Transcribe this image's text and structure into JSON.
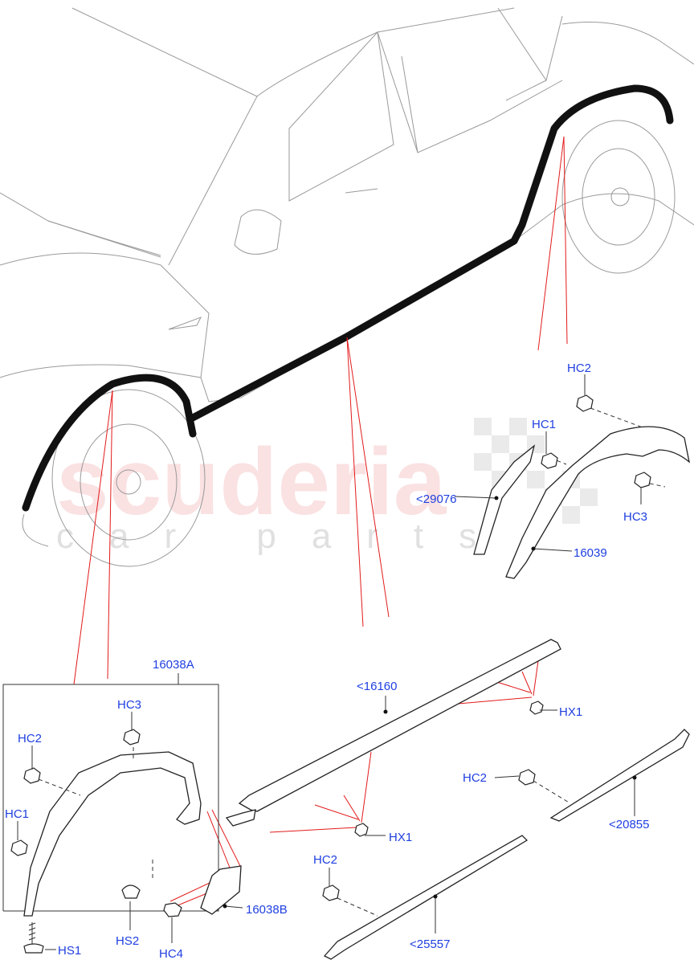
{
  "watermark": {
    "brand": "scuderia",
    "sub": "car parts"
  },
  "labels": {
    "hc2_top": "HC2",
    "hc1_top": "HC1",
    "hc3_top": "HC3",
    "p29076": "<29076",
    "p16039": "16039",
    "p16038a": "16038A",
    "p16160": "<16160",
    "hx1_right": "HX1",
    "hx1_left": "HX1",
    "hc3_left": "HC3",
    "hc2_left": "HC2",
    "hc1_left": "HC1",
    "hc2_mid": "HC2",
    "p20855": "<20855",
    "hc2_bottom": "HC2",
    "p25557": "<25557",
    "p16038b": "16038B",
    "hs1": "HS1",
    "hs2": "HS2",
    "hc4": "HC4"
  },
  "colors": {
    "label": "#1f3fe0",
    "leader_red": "#e21b1b",
    "outline": "#222222",
    "watermark": "#f6c9cc"
  }
}
